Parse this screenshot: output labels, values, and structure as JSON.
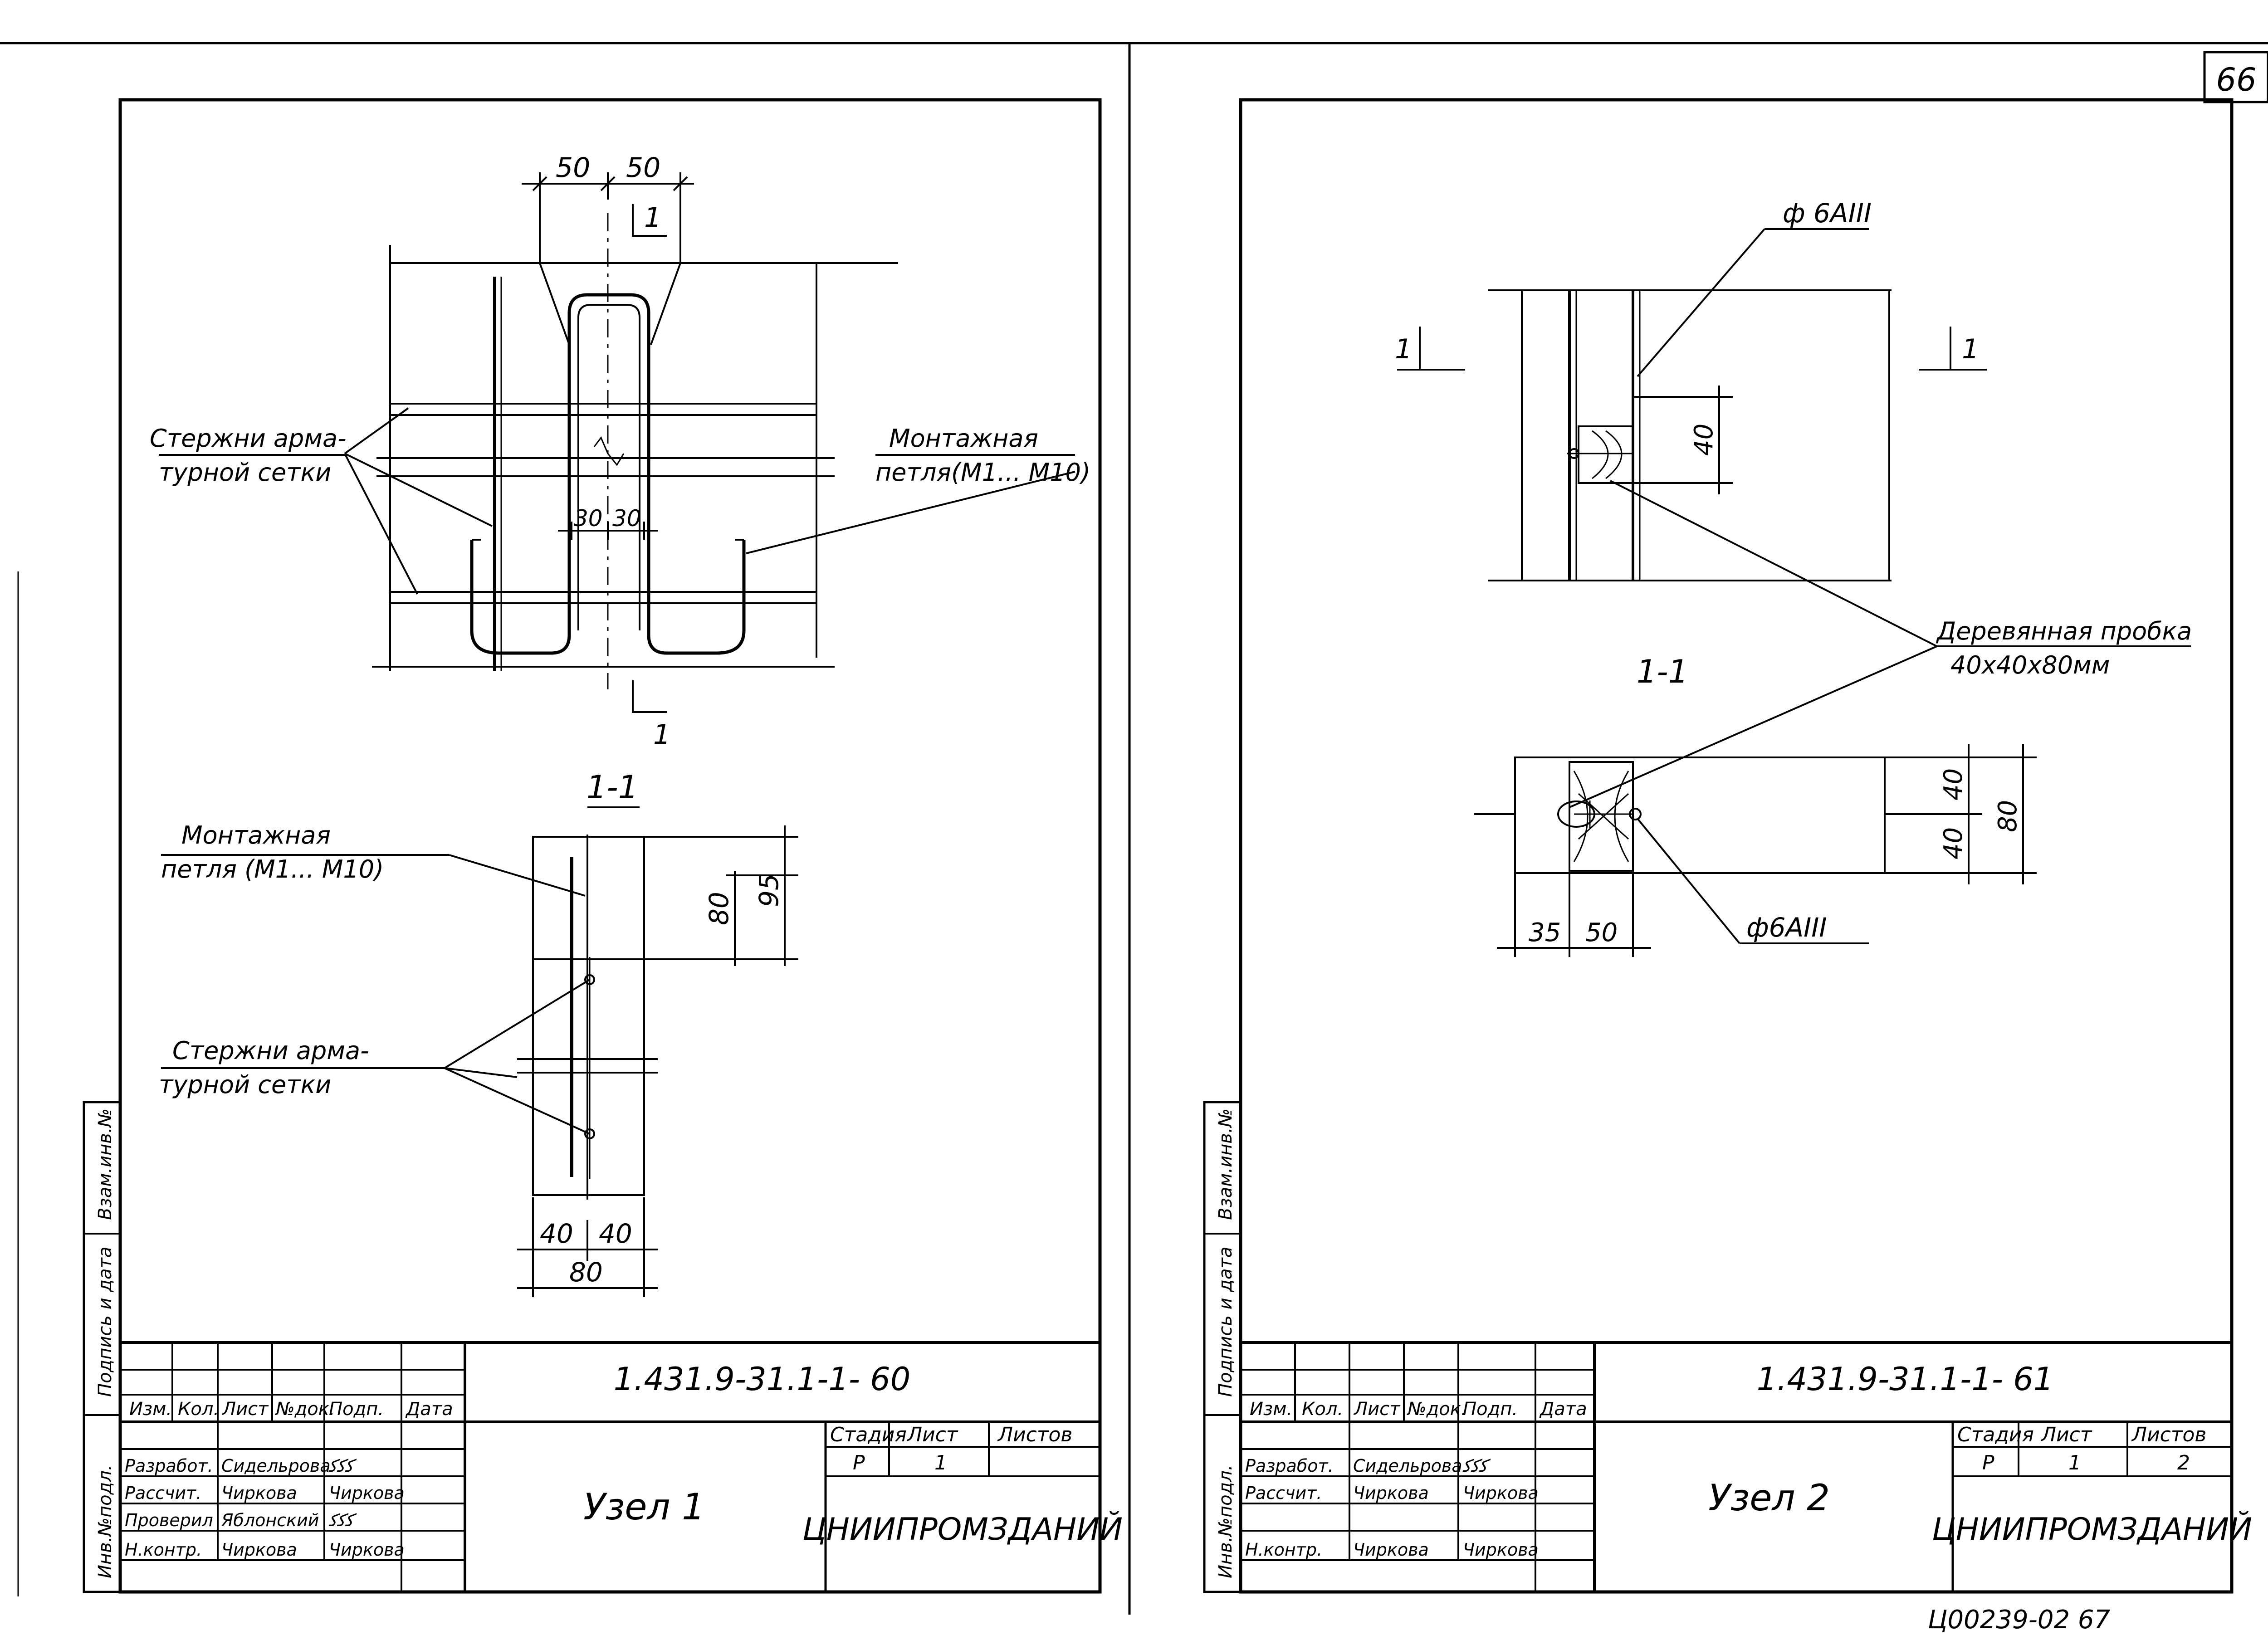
{
  "page_number": "66",
  "bottom_code": "Ц00239-02   67",
  "left_sheet": {
    "plan": {
      "dims": [
        "50",
        "50",
        "30",
        "30"
      ],
      "section_mark": "1",
      "callout_bars": "Стержни арма-\nтурной сетки",
      "callout_loop": "Монтажная\nпетля(М1... М10)"
    },
    "section": {
      "title": "1-1",
      "callout_loop": "Монтажная\nпетля (М1... М10)",
      "callout_bars": "Стержни арма-\nтурной сетки",
      "dims_v": [
        "80",
        "95"
      ],
      "dims_h": [
        "40",
        "40",
        "80"
      ]
    },
    "side_stamp": [
      "Инв.№подл.",
      "Подпись и дата",
      "Взам.инв.№"
    ],
    "title_block": {
      "code": "1.431.9-31.1-1- 60",
      "name": "Узел 1",
      "org": "ЦНИИПРОМЗДАНИЙ",
      "col_headers": [
        "Изм.",
        "Кол.",
        "Лист",
        "№док.",
        "Подп.",
        "Дата"
      ],
      "roles": [
        "Разработ.",
        "Рассчит.",
        "Проверил",
        "Н.контр."
      ],
      "names": [
        "Сидельрова",
        "Чиркова",
        "Яблонский",
        "Чиркова"
      ],
      "sigs": [
        "ﮐﮐﮐ",
        "Чиркова",
        "ﮐﮐﮐ",
        "Чиркова"
      ],
      "stage_headers": [
        "Стадия",
        "Лист",
        "Листов"
      ],
      "stage_values": [
        "Р",
        "1",
        ""
      ]
    }
  },
  "right_sheet": {
    "plan": {
      "callout_rod": "ф 6АIII",
      "dim": "40",
      "section_mark": "1"
    },
    "section": {
      "title": "1-1",
      "callout_plug": "Деревянная пробка\n40х40х80мм",
      "callout_rod": "ф6АIII",
      "dims_v": [
        "40",
        "40",
        "80"
      ],
      "dims_h": [
        "35",
        "50"
      ]
    },
    "side_stamp": [
      "Инв.№подл.",
      "Подпись и дата",
      "Взам.инв.№"
    ],
    "title_block": {
      "code": "1.431.9-31.1-1- 61",
      "name": "Узел 2",
      "org": "ЦНИИПРОМЗДАНИЙ",
      "col_headers": [
        "Изм.",
        "Кол.",
        "Лист",
        "№док.",
        "Подп.",
        "Дата"
      ],
      "roles": [
        "Разработ.",
        "Рассчит.",
        "",
        "Н.контр."
      ],
      "names": [
        "Сидельрова",
        "Чиркова",
        "",
        "Чиркова"
      ],
      "sigs": [
        "ﮐﮐﮐ",
        "Чиркова",
        "",
        "Чиркова"
      ],
      "stage_headers": [
        "Стадия",
        "Лист",
        "Листов"
      ],
      "stage_values": [
        "Р",
        "1",
        "2"
      ]
    }
  }
}
